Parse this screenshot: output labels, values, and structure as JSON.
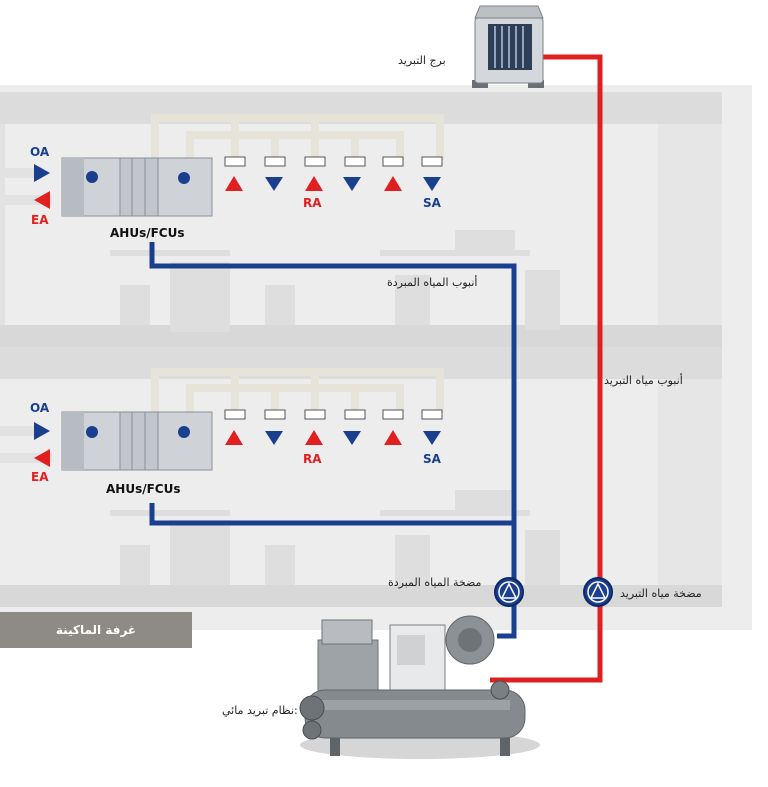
{
  "labels": {
    "cooling_tower": "برج التبريد",
    "chilled_water_pipe": "أنبوب المياه المبردة",
    "condenser_water_pipe": "أنبوب مياه التبريد",
    "chilled_water_pump": "مضخة المياه المبردة",
    "condenser_water_pump": "مضخة مياه التبريد",
    "machine_room": "غرفة الماكينة",
    "water_chiller": ":نظام تبريد مائي"
  },
  "floors": [
    {
      "unit": "AHUs/FCUs",
      "oa": "OA",
      "ea": "EA",
      "ra": "RA",
      "sa": "SA"
    },
    {
      "unit": "AHUs/FCUs",
      "oa": "OA",
      "ea": "EA",
      "ra": "RA",
      "sa": "SA"
    }
  ],
  "colors": {
    "chilled_water": "#1a3f8f",
    "condenser_water": "#e02020",
    "duct": "#e6e4d8",
    "building": "#ececec"
  },
  "icons": [
    "cooling-tower-icon",
    "pump-icon",
    "water-chiller-icon",
    "ahu-icon"
  ]
}
